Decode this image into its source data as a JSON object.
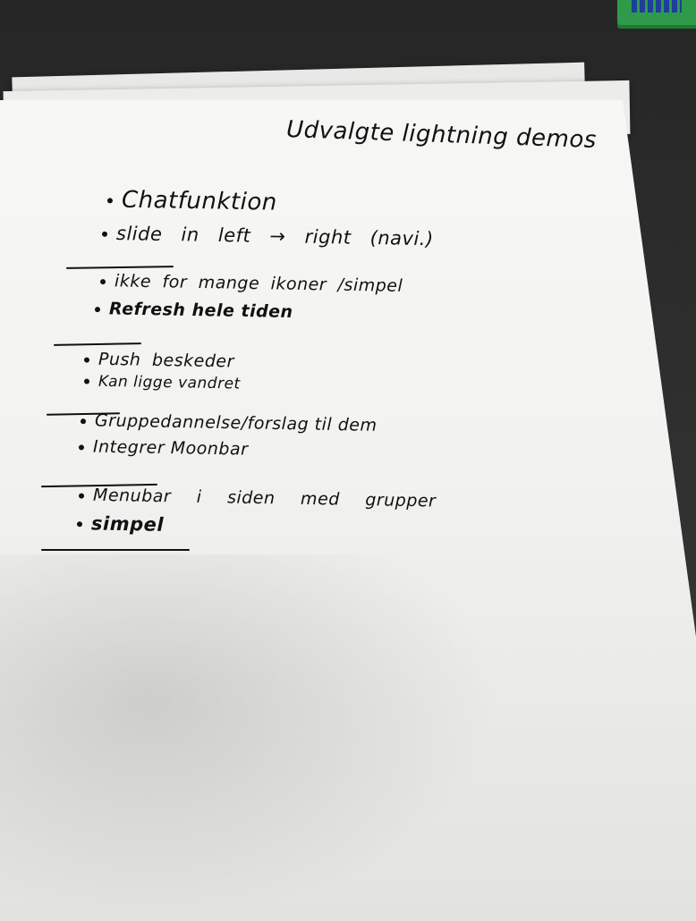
{
  "title": "Udvalgte lightning demos",
  "sections": [
    {
      "items": [
        "Chatfunktion",
        "slide in left → right (navi.)"
      ]
    },
    {
      "items": [
        "ikke for mange ikoner /simpel",
        "Refresh hele tiden"
      ]
    },
    {
      "items": [
        "Push beskeder",
        "Kan ligge vandret"
      ]
    },
    {
      "items": [
        "Gruppedannelse/forslag til dem",
        "Integrer Moonbar"
      ]
    },
    {
      "items": [
        "Menubar i siden med grupper",
        "simpel"
      ]
    }
  ]
}
